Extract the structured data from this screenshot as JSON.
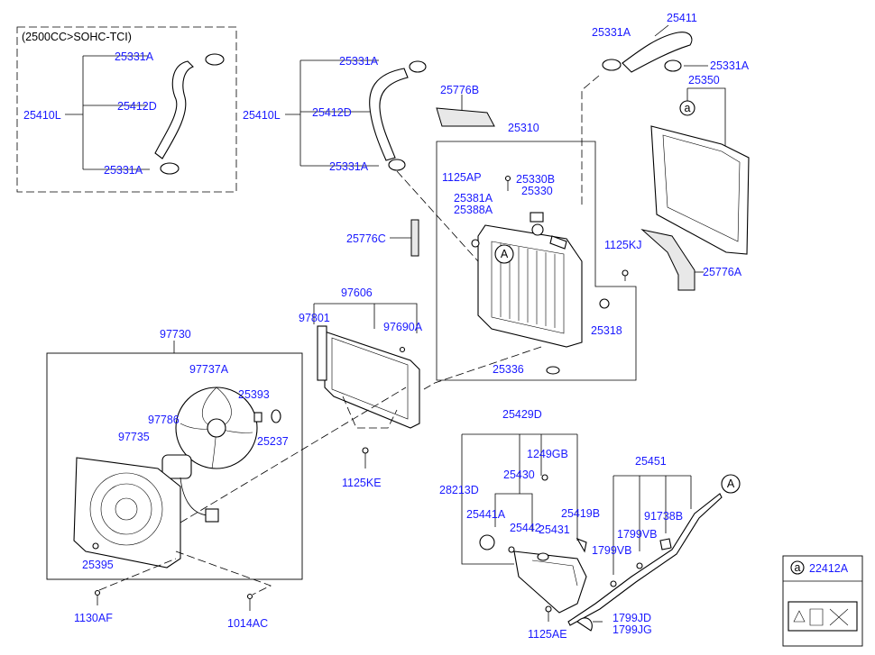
{
  "colors": {
    "label": "#1a1aff",
    "line": "#000000",
    "background": "#ffffff"
  },
  "inset": {
    "title": "(2500CC>SOHC-TCI)"
  },
  "labels": {
    "l_25331A_i1": "25331A",
    "l_25412D_i": "25412D",
    "l_25410L_i": "25410L",
    "l_25331A_i2": "25331A",
    "l_25331A_m1": "25331A",
    "l_25412D_m": "25412D",
    "l_25410L_m": "25410L",
    "l_25331A_m2": "25331A",
    "l_25776B": "25776B",
    "l_25310": "25310",
    "l_1125AP": "1125AP",
    "l_25330B": "25330B",
    "l_25330": "25330",
    "l_25381A": "25381A",
    "l_25388A": "25388A",
    "l_25776C": "25776C",
    "l_25411": "25411",
    "l_25331A_t1": "25331A",
    "l_25331A_t2": "25331A",
    "l_25350": "25350",
    "l_1125KJ": "1125KJ",
    "l_25776A": "25776A",
    "l_97606": "97606",
    "l_97801": "97801",
    "l_97690A": "97690A",
    "l_25318": "25318",
    "l_25336": "25336",
    "l_97730": "97730",
    "l_97737A": "97737A",
    "l_25393": "25393",
    "l_97786": "97786",
    "l_25237": "25237",
    "l_97735": "97735",
    "l_1125KE": "1125KE",
    "l_25395": "25395",
    "l_1130AF": "1130AF",
    "l_1014AC": "1014AC",
    "l_25429D": "25429D",
    "l_1249GB": "1249GB",
    "l_28213D": "28213D",
    "l_25430": "25430",
    "l_25441A": "25441A",
    "l_25442": "25442",
    "l_25431": "25431",
    "l_25419B": "25419B",
    "l_25451": "25451",
    "l_1799VB": "1799VB",
    "l_91738B": "91738B",
    "l_1799VB_2": "1799VB",
    "l_1125AE": "1125AE",
    "l_1799JD": "1799JD",
    "l_1799JG": "1799JG",
    "l_22412A": "22412A"
  },
  "markers": {
    "circle_a_1": "a",
    "circle_a_2": "a",
    "circle_A_1": "A",
    "circle_A_2": "A"
  }
}
